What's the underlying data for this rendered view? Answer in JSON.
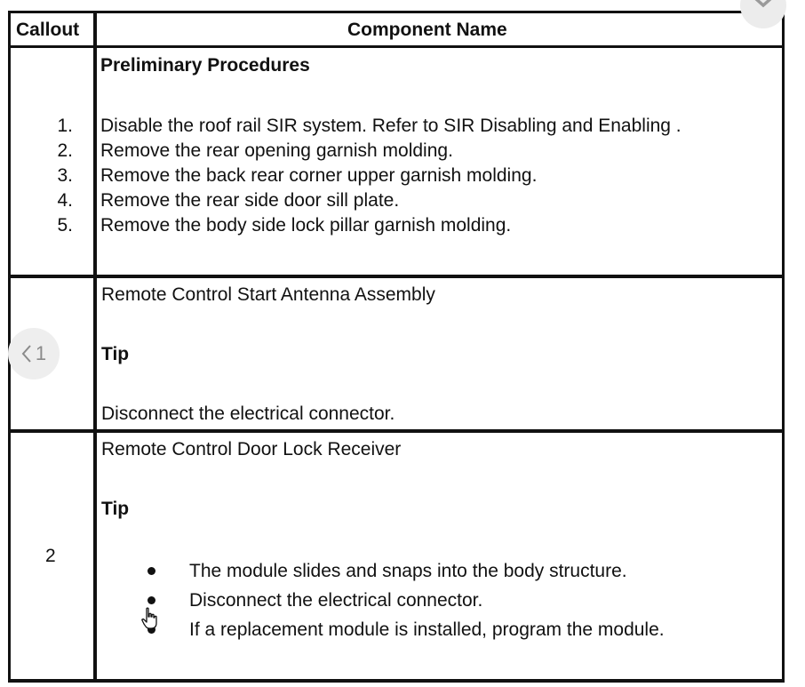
{
  "table": {
    "headers": {
      "callout": "Callout",
      "component": "Component Name"
    },
    "preliminary": {
      "title": "Preliminary Procedures",
      "steps": [
        {
          "num": "1.",
          "text": "Disable the roof rail SIR system. Refer to SIR Disabling and Enabling ."
        },
        {
          "num": "2.",
          "text": "Remove the rear opening garnish molding."
        },
        {
          "num": "3.",
          "text": "Remove the back rear corner upper garnish molding."
        },
        {
          "num": "4.",
          "text": "Remove the rear side door sill plate."
        },
        {
          "num": "5.",
          "text": "Remove the body side lock pillar garnish molding."
        }
      ]
    },
    "rows": [
      {
        "callout": "1",
        "name": "Remote Control Start Antenna Assembly",
        "tip_label": "Tip",
        "tip_text": "Disconnect the electrical connector."
      },
      {
        "callout": "2",
        "name": "Remote Control Door Lock Receiver",
        "tip_label": "Tip",
        "bullets": [
          "The module slides and snaps into the body structure.",
          "Disconnect the electrical connector.",
          "If a replacement module is installed, program the module."
        ]
      }
    ]
  },
  "overlay": {
    "close_icon": "close-icon",
    "prev_icon": "chevron-left-icon"
  }
}
